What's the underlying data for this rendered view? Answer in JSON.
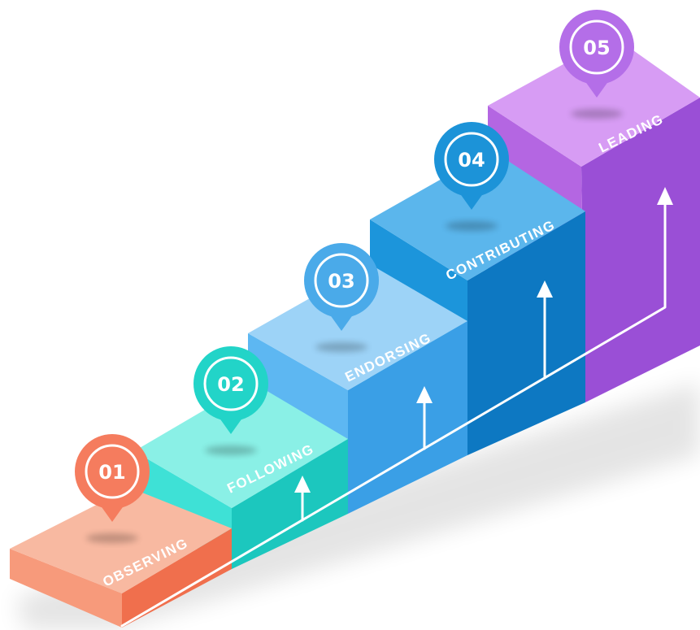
{
  "steps": [
    {
      "number": "01",
      "label": "OBSERVING",
      "colors": {
        "top": "#f8b9a1",
        "front": "#f79a7b",
        "side": "#f06f4d",
        "pin": "#f57c5e"
      }
    },
    {
      "number": "02",
      "label": "FOLLOWING",
      "colors": {
        "top": "#8af0e6",
        "front": "#3ee1d6",
        "side": "#1cc7be",
        "pin": "#22d4c8"
      }
    },
    {
      "number": "03",
      "label": "ENDORSING",
      "colors": {
        "top": "#9dd3f7",
        "front": "#5db7f2",
        "side": "#3a9fe6",
        "pin": "#4aaae9"
      }
    },
    {
      "number": "04",
      "label": "CONTRIBUTING",
      "colors": {
        "top": "#5bb6ec",
        "front": "#1c95db",
        "side": "#0d78c2",
        "pin": "#1c93d8"
      }
    },
    {
      "number": "05",
      "label": "LEADING",
      "colors": {
        "top": "#d79cf4",
        "front": "#b466e2",
        "side": "#9a4fd6",
        "pin": "#b46ee8"
      }
    }
  ]
}
